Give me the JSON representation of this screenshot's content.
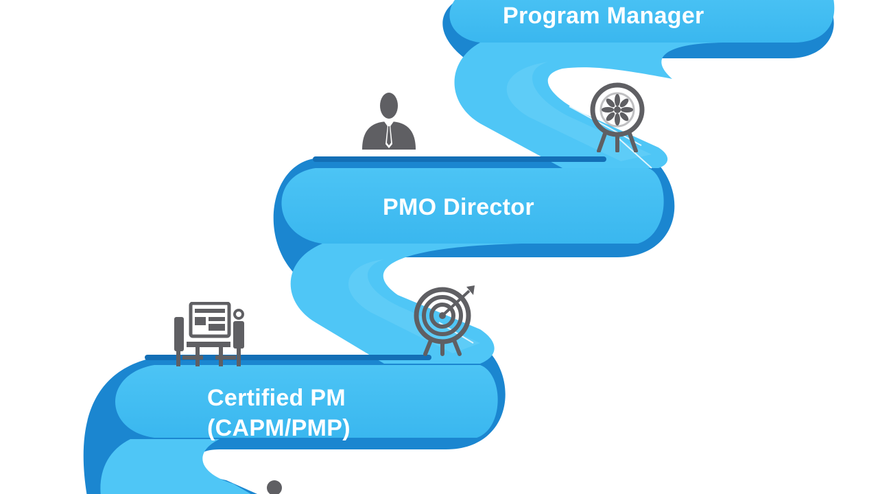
{
  "steps": [
    {
      "label": "Program Manager"
    },
    {
      "label": "PMO Director"
    },
    {
      "label_lines": [
        "Certified PM",
        "(CAPM/PMP)"
      ]
    }
  ],
  "colors": {
    "ribbon_face": "#45bff3",
    "ribbon_highlight": "#5fcaf6",
    "ribbon_edge": "#1b86d0",
    "ribbon_shadow": "#126bb0",
    "icon_gray": "#5f5f63",
    "text": "#ffffff",
    "background": "#ffffff"
  },
  "icons": [
    "businessman-icon",
    "target-dart-icon",
    "flower-target-icon",
    "presentation-board-icon",
    "person-head-icon"
  ]
}
